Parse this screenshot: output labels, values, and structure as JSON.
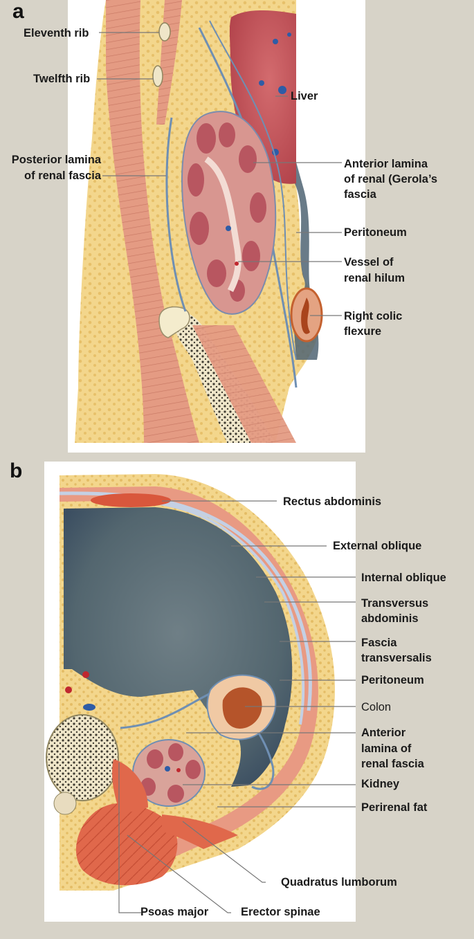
{
  "panel_a": {
    "letter": "a",
    "labels": {
      "eleventh_rib": "Eleventh rib",
      "twelfth_rib": "Twelfth rib",
      "posterior_lamina_1": "Posterior lamina",
      "posterior_lamina_2": "of renal fascia",
      "liver": "Liver",
      "anterior_lamina_1": "Anterior lamina",
      "anterior_lamina_2": "of renal (Gerola’s",
      "anterior_lamina_3": "fascia",
      "peritoneum": "Peritoneum",
      "vessel_1": "Vessel of",
      "vessel_2": "renal hilum",
      "colic_1": "Right colic",
      "colic_2": "flexure"
    }
  },
  "panel_b": {
    "letter": "b",
    "labels": {
      "rectus": "Rectus abdominis",
      "external_oblique": "External oblique",
      "internal_oblique": "Internal oblique",
      "transversus_1": "Transversus",
      "transversus_2": "abdominis",
      "fascia_1": "Fascia",
      "fascia_2": "transversalis",
      "peritoneum": "Peritoneum",
      "colon": "Colon",
      "anterior_1": "Anterior",
      "anterior_2": "lamina of",
      "anterior_3": "renal fascia",
      "kidney": "Kidney",
      "perirenal_fat": "Perirenal fat",
      "quadratus": "Quadratus lumborum",
      "psoas": "Psoas major",
      "erector": "Erector spinae"
    }
  },
  "colors": {
    "background": "#d7d3c8",
    "fat": "#f2d58a",
    "muscle": "#e39a82",
    "fascia": "#6f8fb3",
    "cavity": "#4f6473",
    "kidney": "#c9707a",
    "liver": "#c8525a",
    "colon": "#c4612f"
  }
}
